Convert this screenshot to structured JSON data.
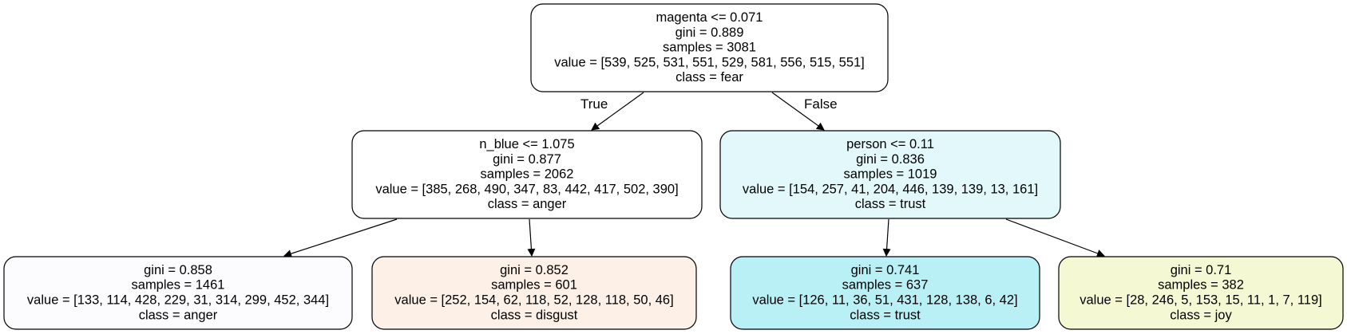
{
  "tree": {
    "nodes": [
      {
        "id": "root",
        "fill": "#ffffff",
        "lines": [
          "magenta <= 0.071",
          "gini = 0.889",
          "samples = 3081",
          "value = [539, 525, 531, 551, 529, 581, 556, 515, 551]",
          "class = fear"
        ]
      },
      {
        "id": "left",
        "fill": "#ffffff",
        "lines": [
          "n_blue <= 1.075",
          "gini = 0.877",
          "samples = 2062",
          "value = [385, 268, 490, 347, 83, 442, 417, 502, 390]",
          "class = anger"
        ]
      },
      {
        "id": "right",
        "fill": "#e2f8fa",
        "lines": [
          "person <= 0.11",
          "gini = 0.836",
          "samples = 1019",
          "value = [154, 257, 41, 204, 446, 139, 139, 13, 161]",
          "class = trust"
        ]
      },
      {
        "id": "leaf-1",
        "fill": "#fcfbfe",
        "lines": [
          "gini = 0.858",
          "samples = 1461",
          "value = [133, 114, 428, 229, 31, 314, 299, 452, 344]",
          "class = anger"
        ]
      },
      {
        "id": "leaf-2",
        "fill": "#fdf0e6",
        "lines": [
          "gini = 0.852",
          "samples = 601",
          "value = [252, 154, 62, 118, 52, 128, 118, 50, 46]",
          "class = disgust"
        ]
      },
      {
        "id": "leaf-3",
        "fill": "#b9f0f5",
        "lines": [
          "gini = 0.741",
          "samples = 637",
          "value = [126, 11, 36, 51, 431, 128, 138, 6, 42]",
          "class = trust"
        ]
      },
      {
        "id": "leaf-4",
        "fill": "#f5f9d3",
        "lines": [
          "gini = 0.71",
          "samples = 382",
          "value = [28, 246, 5, 153, 15, 11, 1, 7, 119]",
          "class = joy"
        ]
      }
    ],
    "edges": [
      {
        "from": "root",
        "to": "left",
        "label": "True"
      },
      {
        "from": "root",
        "to": "right",
        "label": "False"
      },
      {
        "from": "left",
        "to": "leaf-1",
        "label": ""
      },
      {
        "from": "left",
        "to": "leaf-2",
        "label": ""
      },
      {
        "from": "right",
        "to": "leaf-3",
        "label": ""
      },
      {
        "from": "right",
        "to": "leaf-4",
        "label": ""
      }
    ]
  }
}
